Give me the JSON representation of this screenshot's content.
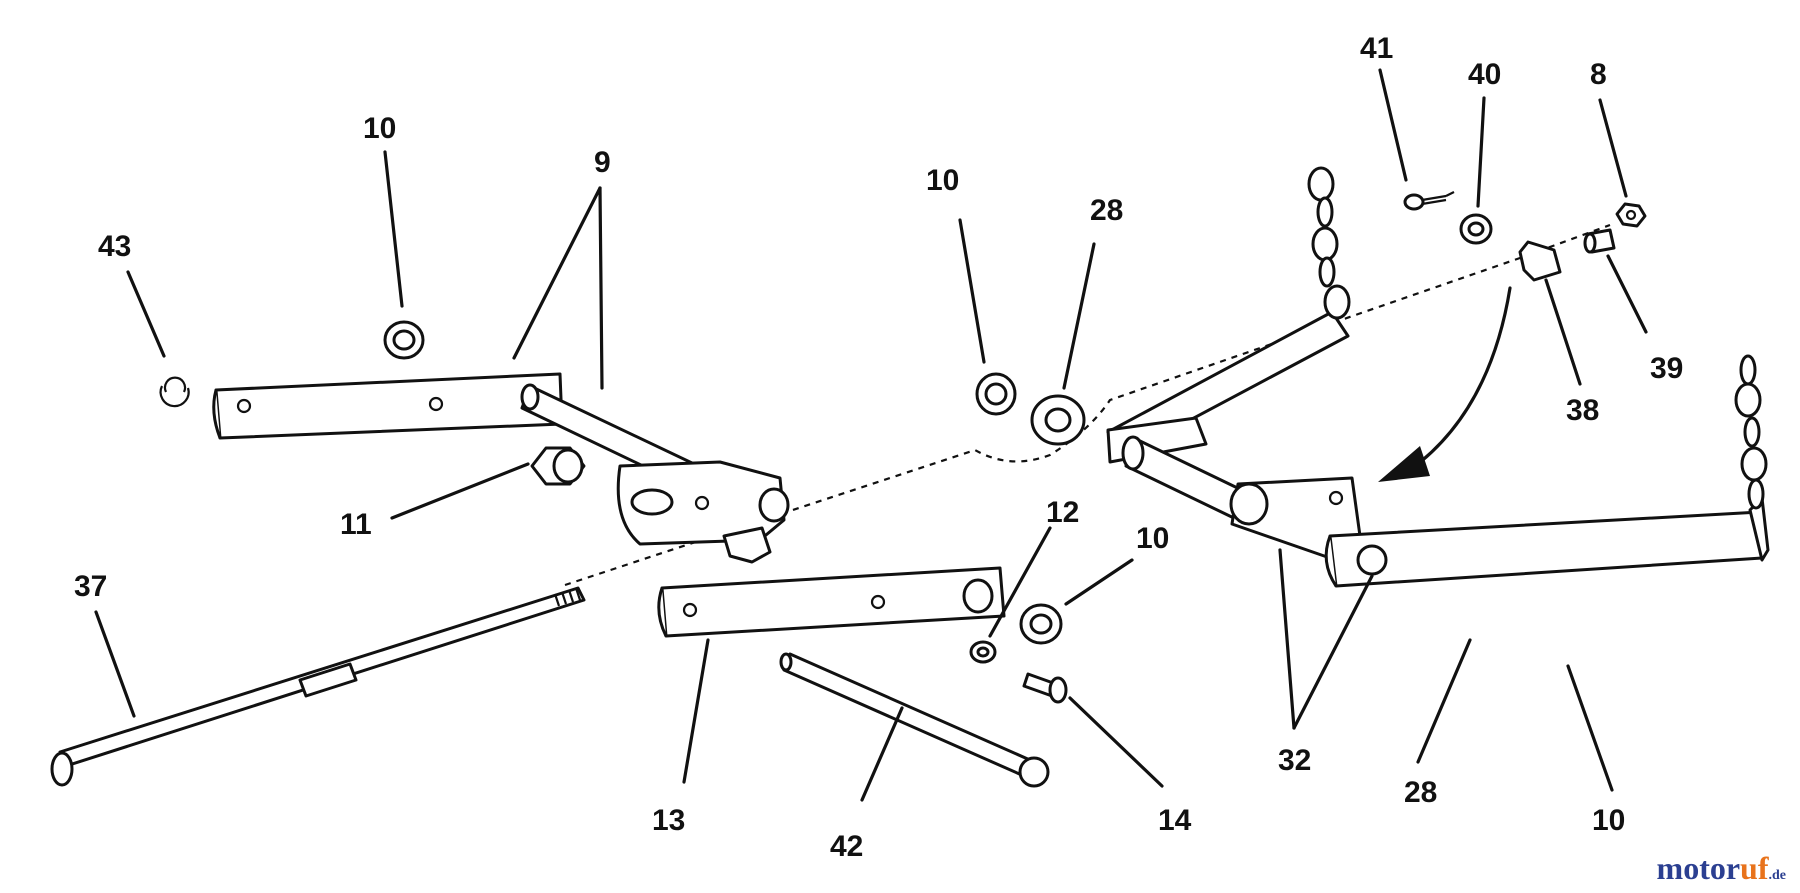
{
  "callouts": {
    "c10a": "10",
    "c9": "9",
    "c43": "43",
    "c11": "11",
    "c37": "37",
    "c13": "13",
    "c42": "42",
    "c12": "12",
    "c10b": "10",
    "c14": "14",
    "c10c": "10",
    "c28a": "28",
    "c41": "41",
    "c40": "40",
    "c8": "8",
    "c38": "38",
    "c39": "39",
    "c32": "32",
    "c28b": "28",
    "c10d": "10"
  },
  "watermark": {
    "main": "motor",
    "accent": "uf",
    "tld": ".de",
    "color_main": "#2b3f91",
    "color_accent": "#e8731c"
  }
}
